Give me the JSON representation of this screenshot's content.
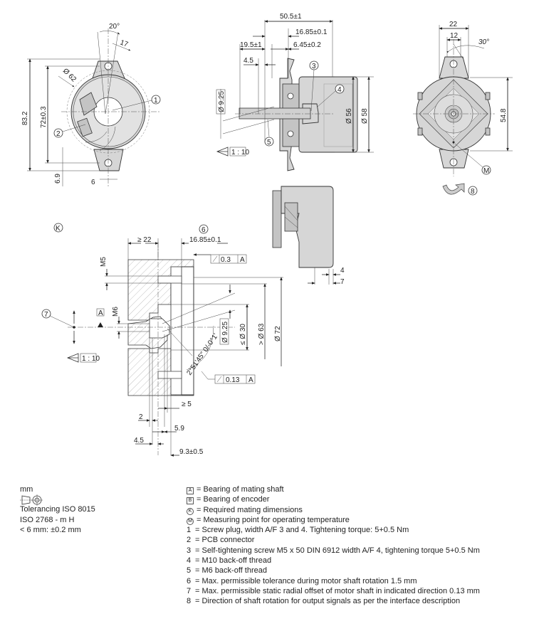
{
  "front_view": {
    "angle": "20°",
    "lug_width": "17",
    "outer_diameter": "Ø 62",
    "overall_height": "83.2",
    "hole_spacing": "72±0.3",
    "lug_offset": "6.9",
    "lug_hole": "6",
    "callouts": [
      "1",
      "2"
    ]
  },
  "side_view": {
    "overall_length": "50.5±1",
    "flange_to_face": "16.85±0.1",
    "shaft_length": "19.5±1",
    "face_offset": "6.45±0.2",
    "shaft_step": "4.5",
    "shaft_diameter": "Ø 9.25",
    "body_diameter_inner": "Ø 56",
    "body_diameter_outer": "Ø 58",
    "taper": "1 : 10",
    "callouts": [
      "3",
      "4",
      "5"
    ]
  },
  "rear_view": {
    "lug_width": "22",
    "hole_width": "12",
    "angle": "30°",
    "height": "54.8",
    "measuring_point": "M",
    "rotation_callout": "8"
  },
  "small_side_view": {
    "dim_a": "4",
    "dim_b": "7"
  },
  "mating_view": {
    "label": "K",
    "callout_6": "6",
    "min_depth": "≥ 22",
    "face_dim": "16.85±0.1",
    "runout_top": {
      "value": "0.3",
      "datum": "A"
    },
    "thread_top": "M5",
    "thread_center": "M6",
    "callout_7": "7",
    "datum": "A",
    "shaft_diameter": "Ø 9.25",
    "max_bore": "≤ Ø 30",
    "min_recess": "> Ø 63",
    "outer_diameter": "Ø 72",
    "taper": "1 : 10",
    "taper_angle": "2°51'45\" 0/-0°1'",
    "runout_bottom": {
      "value": "0.13",
      "datum": "A"
    },
    "min_engagement": "≥ 5",
    "dim_2": "2",
    "dim_5_9": "5.9",
    "dim_4_5": "4.5",
    "dim_9_3": "9.3±0.5"
  },
  "general": {
    "units": "mm",
    "lines": [
      "Tolerancing ISO 8015",
      "ISO 2768 - m H",
      "< 6 mm: ±0.2 mm"
    ]
  },
  "legend": [
    {
      "key": "A",
      "style": "box",
      "text": "= Bearing of mating shaft"
    },
    {
      "key": "B",
      "style": "box",
      "text": "= Bearing of encoder"
    },
    {
      "key": "K",
      "style": "circle",
      "text": "= Required mating dimensions"
    },
    {
      "key": "M",
      "style": "circle",
      "text": "= Measuring point for operating temperature"
    },
    {
      "key": "1",
      "style": "plain",
      "text": "= Screw plug, width A/F 3 and 4. Tightening torque: 5+0.5 Nm"
    },
    {
      "key": "2",
      "style": "plain",
      "text": "= PCB connector"
    },
    {
      "key": "3",
      "style": "plain",
      "text": "= Self-tightening screw M5 x 50 DIN 6912 width A/F 4, tightening torque 5+0.5 Nm"
    },
    {
      "key": "4",
      "style": "plain",
      "text": "= M10 back-off thread"
    },
    {
      "key": "5",
      "style": "plain",
      "text": "= M6 back-off thread"
    },
    {
      "key": "6",
      "style": "plain",
      "text": "= Max. permissible tolerance during motor shaft rotation    1.5 mm"
    },
    {
      "key": "7",
      "style": "plain",
      "text": "= Max. permissible static radial offset of motor shaft in indicated direction    0.13 mm"
    },
    {
      "key": "8",
      "style": "plain",
      "text": "= Direction of shaft rotation for output signals as per the interface description"
    }
  ]
}
